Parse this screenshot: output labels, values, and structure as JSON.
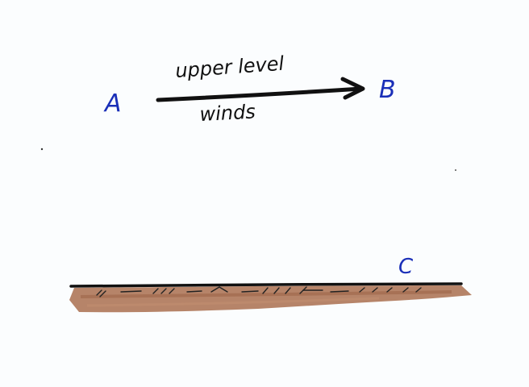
{
  "diagram": {
    "point_a": "A",
    "point_b": "B",
    "point_c": "C",
    "arrow_label_top": "upper level",
    "arrow_label_bottom": "winds",
    "colors": {
      "point_labels": "#1a2fb8",
      "ink": "#111111",
      "ground_fill": "#b07a5c",
      "paper": "#fbfdfe"
    }
  }
}
